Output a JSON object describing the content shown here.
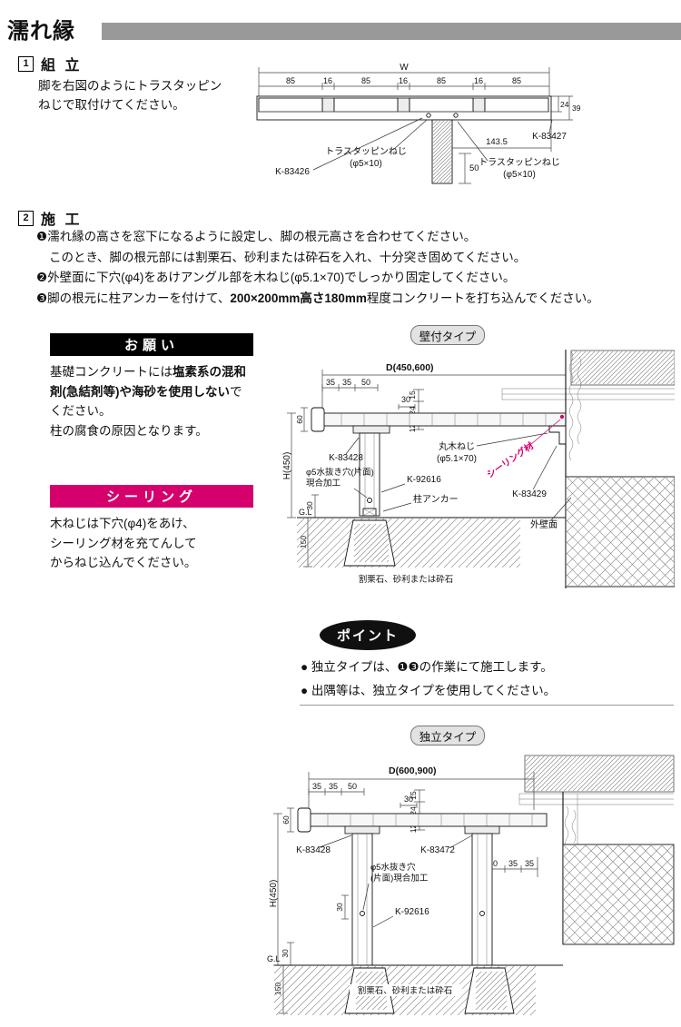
{
  "page": {
    "title": "濡れ縁"
  },
  "colors": {
    "accent_magenta": "#d6006c",
    "title_bar_gray": "#999999",
    "header_black": "#000000"
  },
  "assembly": {
    "num": "1",
    "heading": "組 立",
    "body1": "脚を右図のようにトラスタッピン",
    "body2": "ねじで取付けてください。",
    "d": {
      "w": "W",
      "tops": [
        "85",
        "16",
        "85",
        "16",
        "85",
        "16",
        "85"
      ],
      "d24": "24",
      "d39": "39",
      "d143": "143.5",
      "d50": "50",
      "k83427": "K-83427",
      "k83426": "K-83426",
      "screw1a": "トラスタッピンねじ",
      "screw1b": "(φ5×10)",
      "screw2a": "トラスタッピンねじ",
      "screw2b": "(φ5×10)"
    }
  },
  "construction": {
    "num": "2",
    "heading": "施 工",
    "step1": "❶濡れ縁の高さを窓下になるように設定し、脚の根元高さを合わせてください。",
    "step1b": "このとき、脚の根元部には割栗石、砂利または砕石を入れ、十分突き固めてください。",
    "step2": "❷外壁面に下穴(φ4)をあけアングル部を木ねじ(φ5.1×70)でしっかり固定してください。",
    "step3_pre": "❸脚の根元に柱アンカーを付けて、",
    "step3_bold": "200×200mm高さ180mm",
    "step3_post": "程度コンクリートを打ち込んでください。"
  },
  "onegai": {
    "title": "お願い",
    "t1": "基礎コンクリートには",
    "t2": "塩素系の混和剤(急結剤等)や海砂を使用しない",
    "t3": "でください。",
    "t4": "柱の腐食の原因となります。"
  },
  "sealing": {
    "title": "シーリング",
    "line1": "木ねじは下穴(φ4)をあけ、",
    "line2": "シーリング材を充てんして",
    "line3": "からねじ込んでください。"
  },
  "wall": {
    "badge": "壁付タイプ",
    "d": {
      "D": "D(450,600)",
      "d35a": "35",
      "d35b": "35",
      "d50": "50",
      "d30": "30",
      "d60": "60",
      "d15": "15",
      "d24": "24",
      "d125": "12.5",
      "H": "H(450)",
      "k83428": "K-83428",
      "hole1": "φ5水抜き穴(片面)",
      "hole2": "現合加工",
      "k92616": "K-92616",
      "anchor": "柱アンカー",
      "screwA": "丸木ねじ",
      "screwB": "(φ5.1×70)",
      "seal": "シーリング材",
      "k83429": "K-83429",
      "wallface": "外壁面",
      "gl": "G.L",
      "d30b": "30",
      "d150": "150",
      "gravel": "割栗石、砂利または砕石"
    }
  },
  "point": {
    "badge": "ポイント",
    "b1": "● 独立タイプは、❶❸の作業にて施工します。",
    "b2": "● 出隅等は、独立タイプを使用してください。"
  },
  "indep": {
    "badge": "独立タイプ",
    "d": {
      "D": "D(600,900)",
      "d35a": "35",
      "d35b": "35",
      "d50": "50",
      "d30": "30",
      "d60": "60",
      "d15": "15",
      "d24": "24",
      "d125": "12.5",
      "H": "H(450)",
      "k83428": "K-83428",
      "k83472": "K-83472",
      "hole1": "φ5水抜き穴",
      "hole2": "(片面)現合加工",
      "k92616": "K-92616",
      "d50r": "50",
      "d35r1": "35",
      "d35r2": "35",
      "d30m": "30",
      "d30b": "30",
      "d150": "150",
      "gl": "G.L",
      "gravel": "割栗石、砂利または砕石"
    }
  }
}
